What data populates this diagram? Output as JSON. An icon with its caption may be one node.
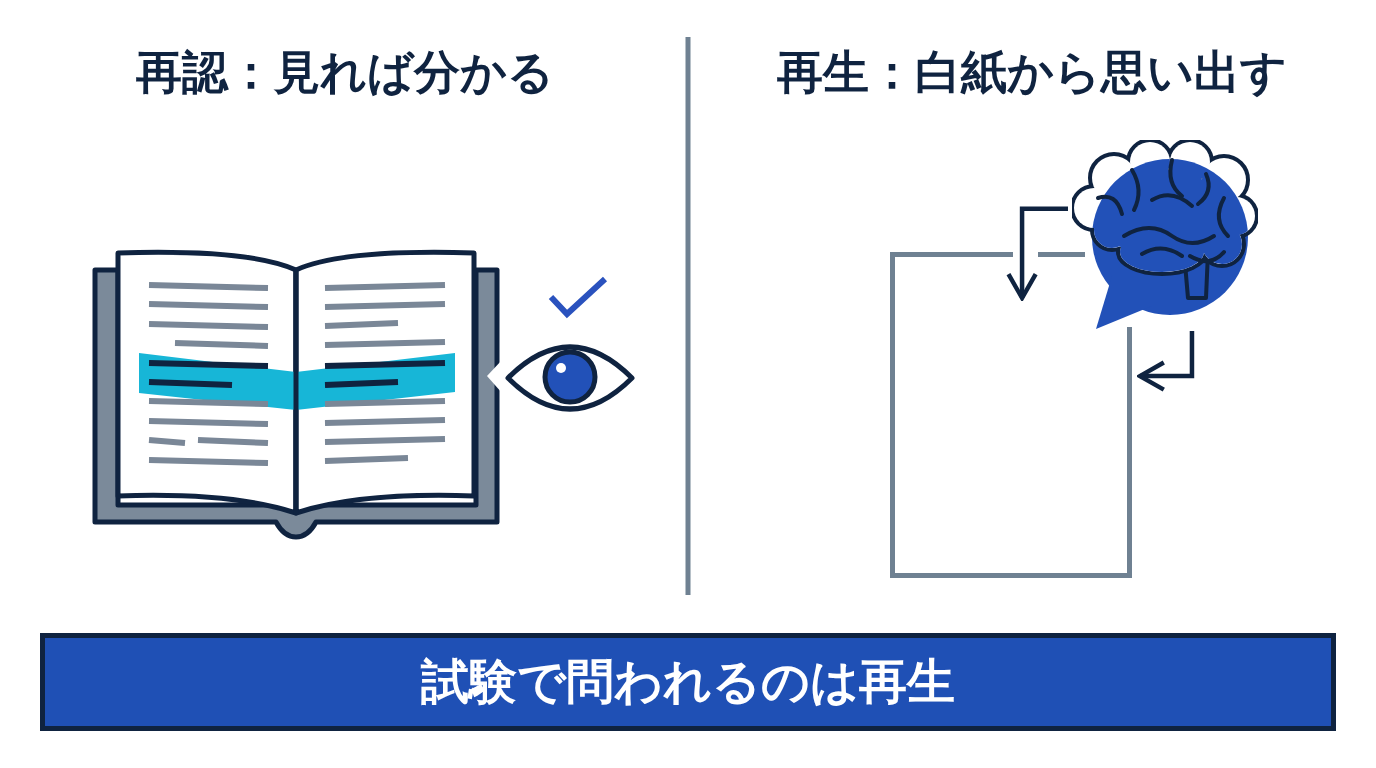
{
  "diagram": {
    "nodes": [
      {
        "text": [],
        "shape": "picture"
      },
      {
        "text": [],
        "shape": "box"
      },
      {
        "text": [
          "試験で問われるのは再生"
        ]
      }
    ],
    "edges": [
      {
        "from": 0,
        "to": 1,
        "arrow": "to"
      },
      {
        "from": 0,
        "to": 1,
        "arrow": "to"
      }
    ],
    "labels": [
      "再認：見れば分かる",
      "再生：白紙から思い出す"
    ]
  }
}
